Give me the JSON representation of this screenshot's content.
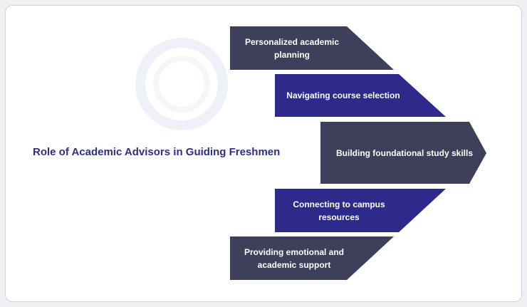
{
  "diagram": {
    "title": "Role of Academic Advisors in Guiding Freshmen",
    "colors": {
      "slate": "#3d3f5b",
      "indigo": "#2e2a8c",
      "title": "#2e2e86",
      "background": "#ffffff"
    },
    "segments": [
      {
        "label": "Personalized academic planning",
        "color": "slate"
      },
      {
        "label": "Navigating course selection",
        "color": "indigo"
      },
      {
        "label": "Building foundational study skills",
        "color": "slate"
      },
      {
        "label": "Connecting to campus resources",
        "color": "indigo"
      },
      {
        "label": "Providing emotional and academic support",
        "color": "slate"
      }
    ]
  }
}
